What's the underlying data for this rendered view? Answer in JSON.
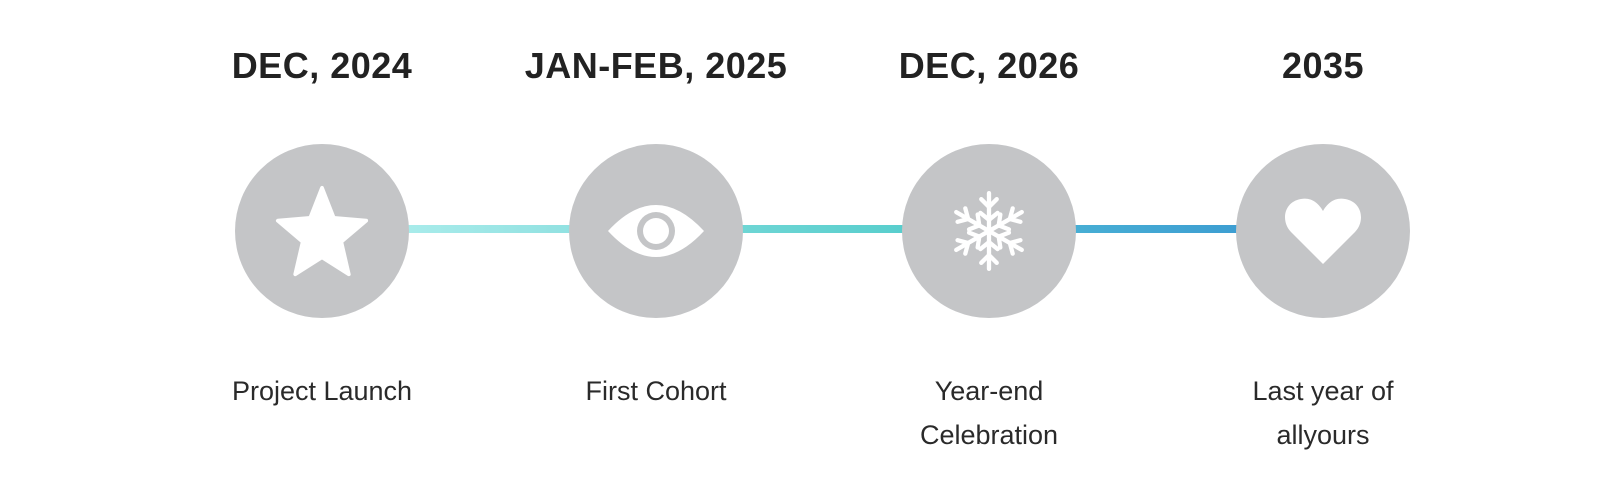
{
  "colors": {
    "circle": "#c4c5c7",
    "icon": "#ffffff",
    "text": "#222222",
    "connector_start": "#a8ebeb",
    "connector_mid": "#5cd0cf",
    "connector_end": "#3e9fd2"
  },
  "milestones": [
    {
      "date": "DEC, 2024",
      "label": "Project Launch",
      "label_line2": "",
      "icon": "star-icon"
    },
    {
      "date": "JAN-FEB, 2025",
      "label": "First Cohort",
      "label_line2": "",
      "icon": "eye-icon"
    },
    {
      "date": "DEC, 2026",
      "label": "Year-end",
      "label_line2": "Celebration",
      "icon": "snowflake-icon"
    },
    {
      "date": "2035",
      "label": "Last year of",
      "label_line2": "allyours",
      "icon": "heart-icon"
    }
  ]
}
